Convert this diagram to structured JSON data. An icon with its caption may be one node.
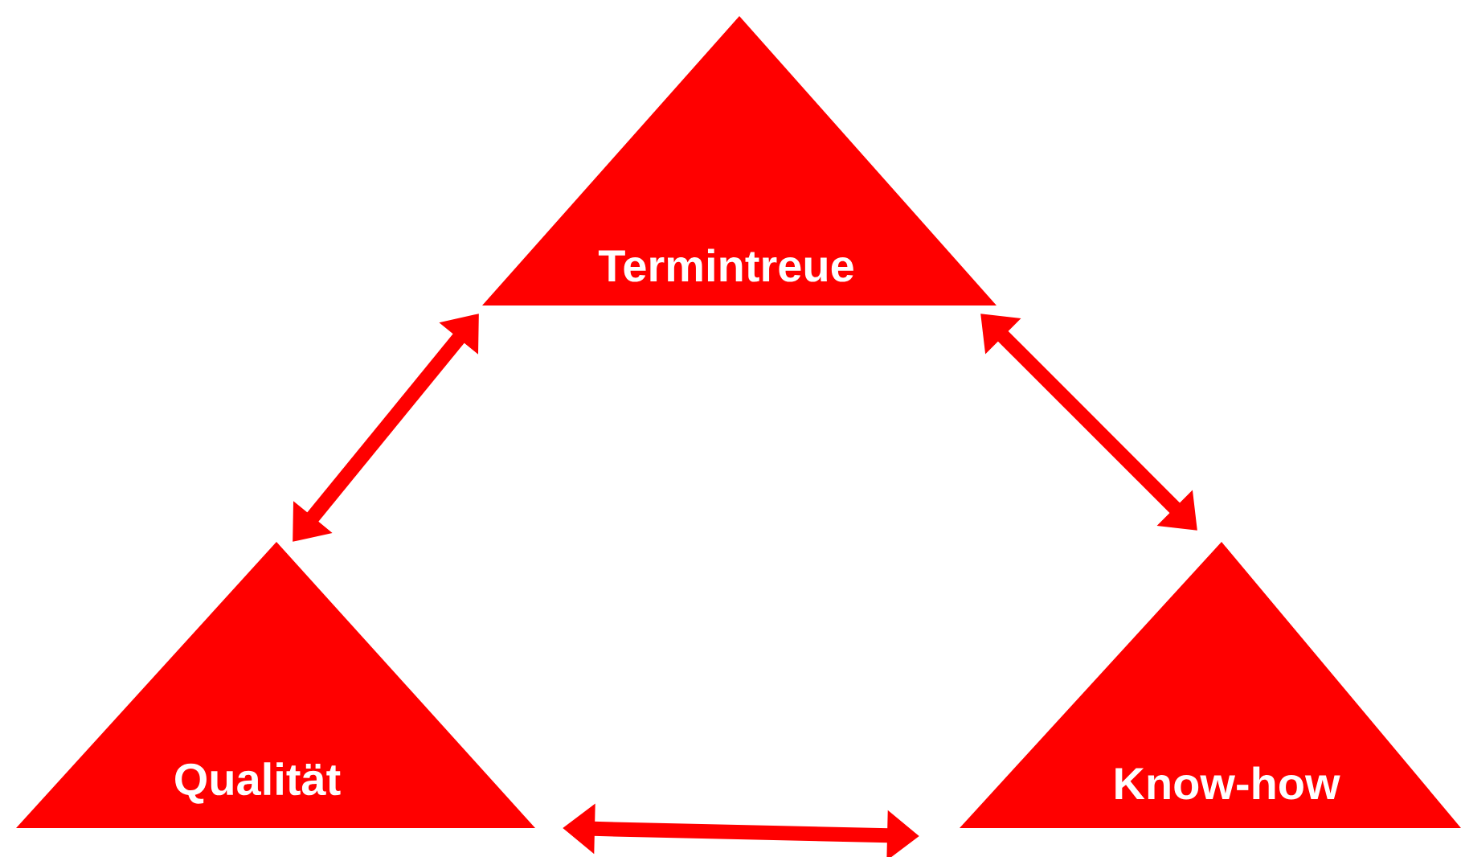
{
  "diagram": {
    "nodes": [
      {
        "text": [
          "Termintreue"
        ]
      },
      {
        "text": [
          "Qualität"
        ]
      },
      {
        "text": [
          "Know-how"
        ]
      }
    ],
    "edges": [
      {
        "from": 0,
        "to": 1,
        "arrow": "both"
      },
      {
        "from": 0,
        "to": 2,
        "arrow": "both"
      },
      {
        "from": 1,
        "to": 2,
        "arrow": "both"
      }
    ]
  }
}
